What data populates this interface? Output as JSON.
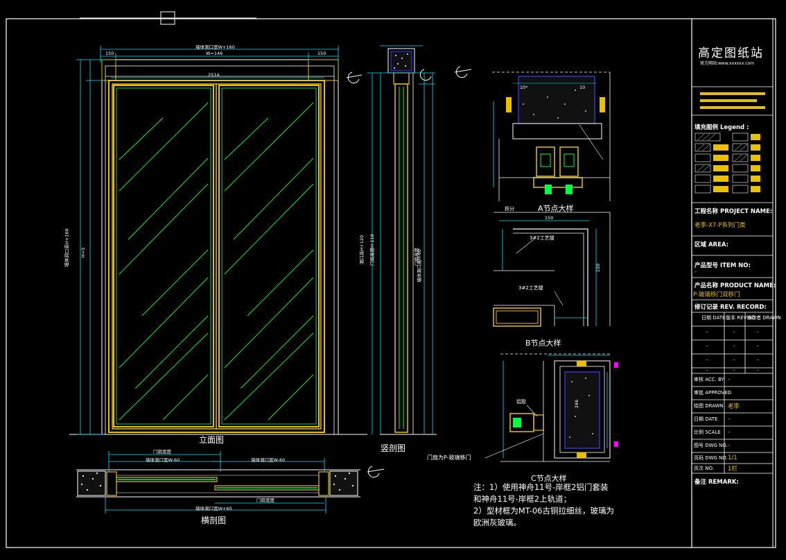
{
  "views": {
    "elevation_caption": "立面图",
    "vertical_section_caption": "竖剖图",
    "horizontal_section_caption": "横剖图"
  },
  "details": {
    "node_a_caption": "A节点大样",
    "node_b_caption": "B节点大样",
    "node_c_caption": "C节点大样",
    "node_b_label_1": "3#2工艺缝",
    "node_b_label_2": "3#2工艺缝",
    "node_c_label": "铝胶",
    "door_leader": "门扇为P-玻璃移门",
    "node_a_tag": "拆分"
  },
  "dimensions": {
    "top_total": "墙体洞口宽W+160",
    "top_inner": "W=146",
    "top_left": "150",
    "top_right": "150",
    "inner_width": "2514",
    "left_height": "墙体洞口高H+160",
    "left_height_2": "H=5",
    "section_v_1": "洞口高H+120",
    "section_v_2": "门扇高度H-118",
    "section_v_3": "门扇高度",
    "section_v_4": "墙体洞口高H-60",
    "bottom_total": "墙体洞口宽W+60",
    "bottom_left_top": "门扇宽度",
    "bottom_left_bot": "墙体洞口宽W-60",
    "bottom_right_top": "墙体洞口宽W-60",
    "bottom_right_bot": "门扇宽度",
    "a_10": "10",
    "a_10b": "10",
    "a_150": "150",
    "b_150": "150",
    "b_150v": "150",
    "c_246": "246"
  },
  "notes": {
    "line1": "注：1）使用神舟11号-岸框2铝门套装",
    "line2": "和神舟11号-岸框2上轨道；",
    "line3": "2）型材框为MT-06古铜拉细丝，玻璃为",
    "line4": "欧洲灰玻璃。"
  },
  "title_block": {
    "brand": "高定图纸站",
    "site": "官方网站:www.xxxxxx.com",
    "legend_label": "填充图例 Legend :",
    "project_label": "工程名称 PROJECT NAME:",
    "project_value": "老李-X7-P系列门类",
    "area_label": "区域 AREA:",
    "item_label": "产品型号 ITEM NO:",
    "item_value": "-",
    "product_label": "产品名称 PRODUCT NAME:",
    "product_value": "P-玻璃移门双移门",
    "revision_label": "修订记录 REV. RECORD:",
    "rev_cols": [
      "日期 DATE",
      "版本 REV NO",
      "修改者 DRAWN"
    ],
    "rev_rows": [
      [
        "-",
        "-",
        "-"
      ],
      [
        "-",
        "-",
        "-"
      ],
      [
        "-",
        "-",
        "-"
      ],
      [
        "-",
        "-",
        "-"
      ]
    ],
    "fields": [
      {
        "label": "审核 ACC. BY",
        "value": "-"
      },
      {
        "label": "审批 APPROVED",
        "value": "-"
      },
      {
        "label": "绘图 DRAWN",
        "value": "老李"
      },
      {
        "label": "日期 DATE",
        "value": "-"
      },
      {
        "label": "比例 SCALE",
        "value": "-"
      },
      {
        "label": "图号 DWG NO.",
        "value": "-"
      },
      {
        "label": "页码 DWG NO.",
        "value": "1/1"
      },
      {
        "label": "页次 NO.",
        "value": "1栏"
      }
    ],
    "remarks_label": "备注 REMARK:"
  },
  "colors": {
    "frame": "#e8c000",
    "glass_line": "#00ff44",
    "glass_edge": "#00d26a",
    "dim_line": "#00e5ff",
    "outline": "#ffffff",
    "section_blue": "#3c40ff",
    "magenta": "#ff00ff",
    "background": "#000000"
  }
}
